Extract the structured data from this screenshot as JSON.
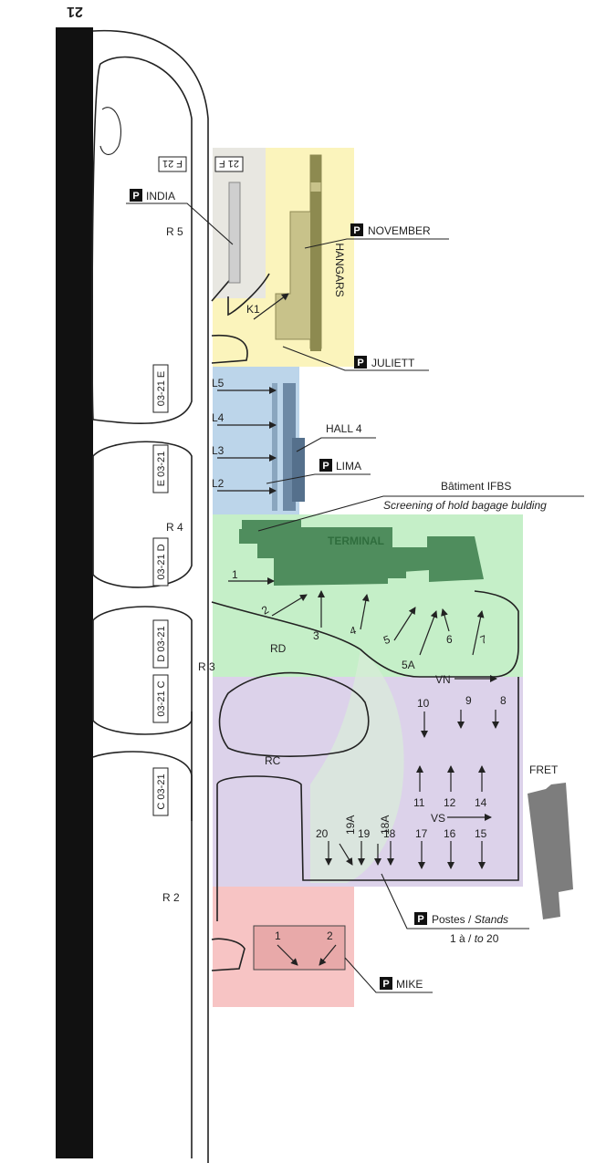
{
  "runway": {
    "designator": "21"
  },
  "taxiways": {
    "r5": "R 5",
    "r4": "R 4",
    "r3": "R 3",
    "r2": "R 2",
    "rd": "RD",
    "rc": "RC",
    "vn": "VN",
    "vs": "VS",
    "k1": "K1"
  },
  "holding_points": [
    "F 21",
    "21 F",
    "03-21 E",
    "E 03-21",
    "03-21 D",
    "D 03-21",
    "03-21 C",
    "C 03-21"
  ],
  "lanes": [
    "L5",
    "L4",
    "L3",
    "L2"
  ],
  "parkings": {
    "india": "INDIA",
    "november": "NOVEMBER",
    "juliett": "JULIETT",
    "lima": "LIMA",
    "mike": "MIKE",
    "postes_fr": "Postes / ",
    "postes_en": "Stands",
    "postes_range_a": "1 à / ",
    "postes_range_b": "to",
    "postes_range_c": " 20",
    "p_glyph": "P"
  },
  "buildings": {
    "hangars": "HANGARS",
    "hall4": "HALL 4",
    "terminal": "TERMINAL",
    "ifbs_fr": "Bâtiment IFBS",
    "ifbs_en": "Screening of hold bagage bulding",
    "fret": "FRET"
  },
  "stands_terminal": [
    "1",
    "2",
    "3",
    "4",
    "5",
    "5A",
    "6",
    "7"
  ],
  "stands_vn": [
    "10",
    "9",
    "8"
  ],
  "stands_vs_upper": [
    "11",
    "12",
    "14"
  ],
  "stands_vs_lower": [
    "20",
    "19A",
    "19",
    "18A",
    "18",
    "17",
    "16",
    "15"
  ],
  "stands_mike": [
    "1",
    "2"
  ],
  "colors": {
    "runway": "#111111",
    "zone_grey": "#e6e6e6",
    "zone_yellow": "#fbf3b8",
    "zone_blue": "#bcd5ea",
    "zone_green": "#c5efc8",
    "zone_purple": "#dcd2ea",
    "zone_red": "#f7c4c4",
    "terminal": "#4f8d5d",
    "fret": "#7d7d7d"
  }
}
